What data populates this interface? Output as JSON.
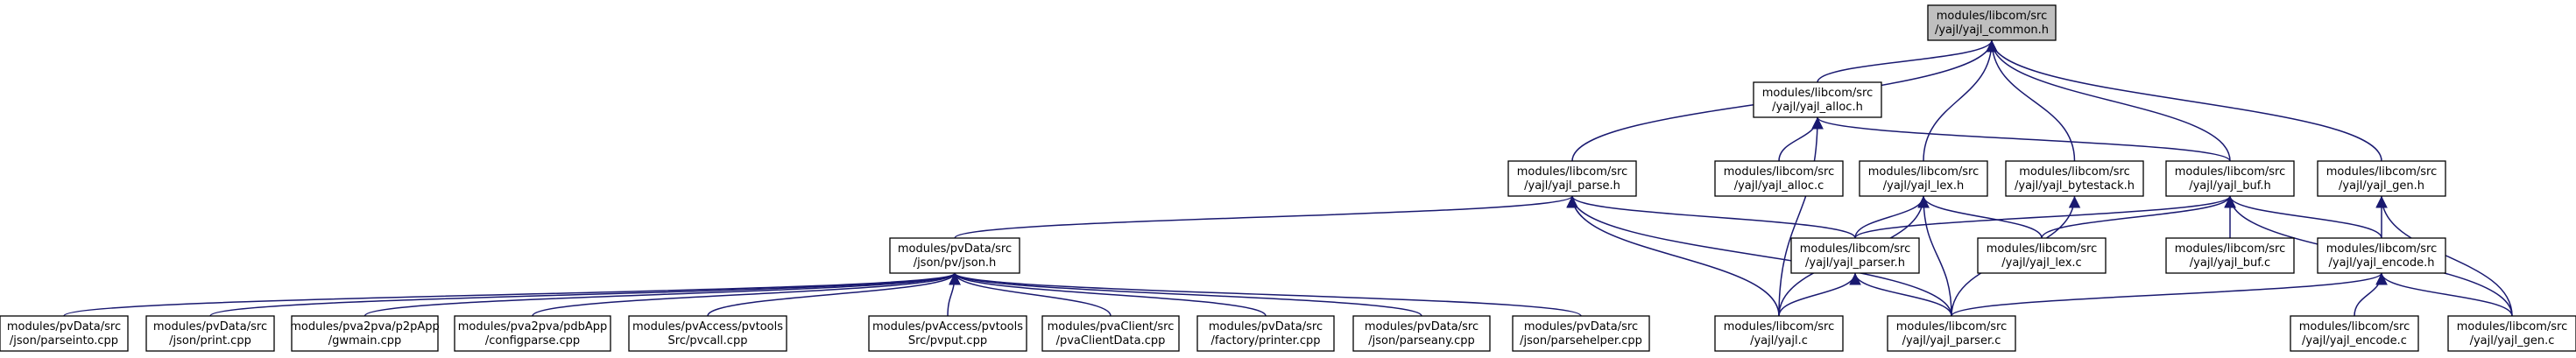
{
  "colors": {
    "edge": "#191970",
    "node_fill": "#ffffff",
    "node_fill_focus": "#bfbfbf",
    "node_border": "#000000"
  },
  "nodes": [
    {
      "id": "yajl_common",
      "focus": true,
      "line1": "modules/libcom/src",
      "line2": "/yajl/yajl_common.h"
    },
    {
      "id": "yajl_alloc_h",
      "line1": "modules/libcom/src",
      "line2": "/yajl/yajl_alloc.h"
    },
    {
      "id": "yajl_parse_h",
      "line1": "modules/libcom/src",
      "line2": "/yajl/yajl_parse.h"
    },
    {
      "id": "yajl_alloc_c",
      "line1": "modules/libcom/src",
      "line2": "/yajl/yajl_alloc.c"
    },
    {
      "id": "yajl_lex_h",
      "line1": "modules/libcom/src",
      "line2": "/yajl/yajl_lex.h"
    },
    {
      "id": "yajl_bytestack_h",
      "line1": "modules/libcom/src",
      "line2": "/yajl/yajl_bytestack.h"
    },
    {
      "id": "yajl_buf_h",
      "line1": "modules/libcom/src",
      "line2": "/yajl/yajl_buf.h"
    },
    {
      "id": "yajl_gen_h",
      "line1": "modules/libcom/src",
      "line2": "/yajl/yajl_gen.h"
    },
    {
      "id": "json_h",
      "line1": "modules/pvData/src",
      "line2": "/json/pv/json.h"
    },
    {
      "id": "yajl_parser_h",
      "line1": "modules/libcom/src",
      "line2": "/yajl/yajl_parser.h"
    },
    {
      "id": "yajl_lex_c",
      "line1": "modules/libcom/src",
      "line2": "/yajl/yajl_lex.c"
    },
    {
      "id": "yajl_buf_c",
      "line1": "modules/libcom/src",
      "line2": "/yajl/yajl_buf.c"
    },
    {
      "id": "yajl_encode_h",
      "line1": "modules/libcom/src",
      "line2": "/yajl/yajl_encode.h"
    },
    {
      "id": "parseinto_cpp",
      "line1": "modules/pvData/src",
      "line2": "/json/parseinto.cpp"
    },
    {
      "id": "print_cpp",
      "line1": "modules/pvData/src",
      "line2": "/json/print.cpp"
    },
    {
      "id": "gwmain_cpp",
      "line1": "modules/pva2pva/p2pApp",
      "line2": "/gwmain.cpp"
    },
    {
      "id": "configparse_cpp",
      "line1": "modules/pva2pva/pdbApp",
      "line2": "/configparse.cpp"
    },
    {
      "id": "pvcall_cpp",
      "line1": "modules/pvAccess/pvtools",
      "line2": "Src/pvcall.cpp"
    },
    {
      "id": "pvput_cpp",
      "line1": "modules/pvAccess/pvtools",
      "line2": "Src/pvput.cpp"
    },
    {
      "id": "pvaClientData_cpp",
      "line1": "modules/pvaClient/src",
      "line2": "/pvaClientData.cpp"
    },
    {
      "id": "printer_cpp",
      "line1": "modules/pvData/src",
      "line2": "/factory/printer.cpp"
    },
    {
      "id": "parseany_cpp",
      "line1": "modules/pvData/src",
      "line2": "/json/parseany.cpp"
    },
    {
      "id": "parsehelper_cpp",
      "line1": "modules/pvData/src",
      "line2": "/json/parsehelper.cpp"
    },
    {
      "id": "yajl_c",
      "line1": "modules/libcom/src",
      "line2": "/yajl/yajl.c"
    },
    {
      "id": "yajl_parser_c",
      "line1": "modules/libcom/src",
      "line2": "/yajl/yajl_parser.c"
    },
    {
      "id": "yajl_encode_c",
      "line1": "modules/libcom/src",
      "line2": "/yajl/yajl_encode.c"
    },
    {
      "id": "yajl_gen_c",
      "line1": "modules/libcom/src",
      "line2": "/yajl/yajl_gen.c"
    }
  ],
  "edges": [
    [
      "yajl_alloc_h",
      "yajl_common"
    ],
    [
      "yajl_parse_h",
      "yajl_common"
    ],
    [
      "yajl_lex_h",
      "yajl_common"
    ],
    [
      "yajl_bytestack_h",
      "yajl_common"
    ],
    [
      "yajl_buf_h",
      "yajl_common"
    ],
    [
      "yajl_gen_h",
      "yajl_common"
    ],
    [
      "yajl_alloc_c",
      "yajl_alloc_h"
    ],
    [
      "yajl_c",
      "yajl_alloc_h"
    ],
    [
      "yajl_buf_h",
      "yajl_alloc_h"
    ],
    [
      "json_h",
      "yajl_parse_h"
    ],
    [
      "yajl_parser_h",
      "yajl_parse_h"
    ],
    [
      "yajl_c",
      "yajl_parse_h"
    ],
    [
      "yajl_parser_c",
      "yajl_parse_h"
    ],
    [
      "yajl_parser_h",
      "yajl_lex_h"
    ],
    [
      "yajl_lex_c",
      "yajl_lex_h"
    ],
    [
      "yajl_c",
      "yajl_lex_h"
    ],
    [
      "yajl_parser_c",
      "yajl_lex_h"
    ],
    [
      "yajl_parser_c",
      "yajl_bytestack_h"
    ],
    [
      "yajl_parser_h",
      "yajl_buf_h"
    ],
    [
      "yajl_lex_c",
      "yajl_buf_h"
    ],
    [
      "yajl_buf_c",
      "yajl_buf_h"
    ],
    [
      "yajl_encode_h",
      "yajl_buf_h"
    ],
    [
      "yajl_gen_c",
      "yajl_buf_h"
    ],
    [
      "yajl_encode_h",
      "yajl_gen_h"
    ],
    [
      "yajl_gen_c",
      "yajl_gen_h"
    ],
    [
      "parseinto_cpp",
      "json_h"
    ],
    [
      "print_cpp",
      "json_h"
    ],
    [
      "gwmain_cpp",
      "json_h"
    ],
    [
      "configparse_cpp",
      "json_h"
    ],
    [
      "pvcall_cpp",
      "json_h"
    ],
    [
      "pvput_cpp",
      "json_h"
    ],
    [
      "pvaClientData_cpp",
      "json_h"
    ],
    [
      "printer_cpp",
      "json_h"
    ],
    [
      "parseany_cpp",
      "json_h"
    ],
    [
      "parsehelper_cpp",
      "json_h"
    ],
    [
      "yajl_c",
      "yajl_parser_h"
    ],
    [
      "yajl_parser_c",
      "yajl_parser_h"
    ],
    [
      "yajl_parser_c",
      "yajl_encode_h"
    ],
    [
      "yajl_encode_c",
      "yajl_encode_h"
    ],
    [
      "yajl_gen_c",
      "yajl_encode_h"
    ]
  ]
}
